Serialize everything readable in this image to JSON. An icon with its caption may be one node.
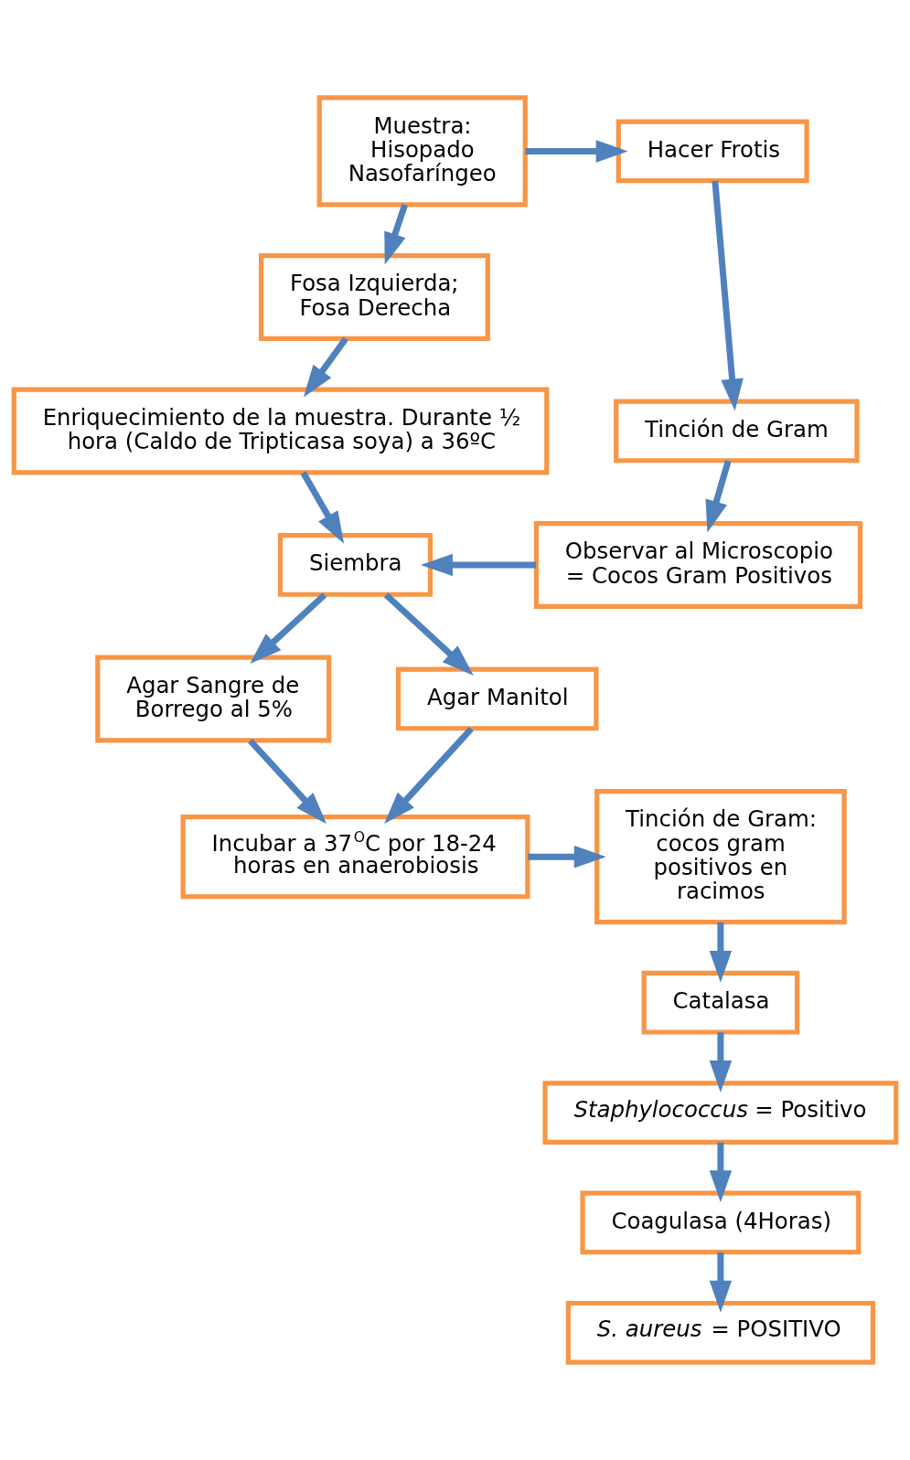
{
  "diagram": {
    "nodes": [
      {
        "text": [
          "Muestra: Hisopado Nasofaríngeo"
        ]
      },
      {
        "text": [
          "Hacer Frotis"
        ]
      },
      {
        "text": [
          "Fosa Izquierda; Fosa Derecha"
        ]
      },
      {
        "text": [
          "Tinción de Gram"
        ]
      },
      {
        "text": [
          "Enriquecimiento de la muestra. Durante ½ hora (Caldo de Tripticasa soya) a 36ºC"
        ]
      },
      {
        "text": [
          "Observar al Microscopio = Cocos Gram Positivos"
        ]
      },
      {
        "text": [
          "Siembra"
        ]
      },
      {
        "text": [
          "Agar Sangre de Borrego al 5%"
        ]
      },
      {
        "text": [
          "Agar Manitol"
        ]
      },
      {
        "text": [
          "Incubar a 37$^{O}$C por 18-24 horas en anaerobiosis"
        ]
      },
      {
        "text": [
          "Tinción de Gram: cocos gram positivos en racimos"
        ]
      },
      {
        "text": [
          "Catalasa"
        ]
      },
      {
        "text": [
          "*Staphylococcus* = Positivo"
        ]
      },
      {
        "text": [
          "Coagulasa (4Horas)"
        ]
      },
      {
        "text": [
          "*S. aureus* = POSITIVO"
        ]
      }
    ],
    "edges": [
      {
        "from": 0,
        "to": 1,
        "arrow": "to"
      },
      {
        "from": 0,
        "to": 2,
        "arrow": "to"
      },
      {
        "from": 1,
        "to": 3,
        "arrow": "to"
      },
      {
        "from": 2,
        "to": 4,
        "arrow": "to"
      },
      {
        "from": 3,
        "to": 5,
        "arrow": "to"
      },
      {
        "from": 4,
        "to": 6,
        "arrow": "to"
      },
      {
        "from": 5,
        "to": 6,
        "arrow": "to"
      },
      {
        "from": 6,
        "to": 7,
        "arrow": "to"
      },
      {
        "from": 6,
        "to": 8,
        "arrow": "to"
      },
      {
        "from": 7,
        "to": 9,
        "arrow": "to"
      },
      {
        "from": 8,
        "to": 9,
        "arrow": "to"
      },
      {
        "from": 9,
        "to": 10,
        "arrow": "to"
      },
      {
        "from": 10,
        "to": 11,
        "arrow": "to"
      },
      {
        "from": 11,
        "to": 12,
        "arrow": "to"
      },
      {
        "from": 12,
        "to": 13,
        "arrow": "to"
      },
      {
        "from": 13,
        "to": 14,
        "arrow": "to"
      }
    ]
  }
}
